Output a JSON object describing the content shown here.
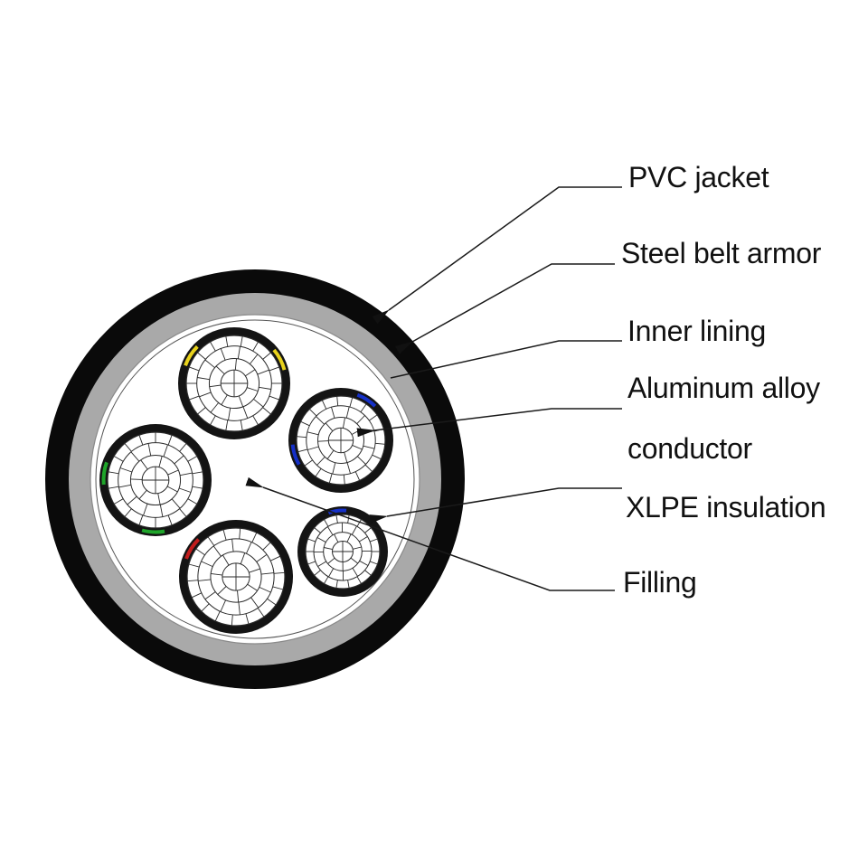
{
  "diagram": {
    "labels": [
      {
        "id": "pvc-jacket",
        "text": "PVC jacket"
      },
      {
        "id": "steel-belt-armor",
        "text": "Steel belt armor"
      },
      {
        "id": "inner-lining",
        "text": "Inner lining"
      },
      {
        "id": "aluminum-alloy-line1",
        "text": "Aluminum alloy"
      },
      {
        "id": "aluminum-alloy-line2",
        "text": "conductor"
      },
      {
        "id": "xlpe-insulation",
        "text": "XLPE insulation"
      },
      {
        "id": "filling",
        "text": "Filling"
      }
    ],
    "colors": {
      "jacket": "#0a0a0a",
      "armor": "#a9a9a9",
      "lining": "#ffffff",
      "insulation": "#141414",
      "conductor": "#ffffff",
      "strand_line": "#2a2a2a",
      "leader": "#1a1a1a",
      "marker_yellow": "#e8d21c",
      "marker_blue": "#1530c8",
      "marker_green": "#1fa52a",
      "marker_red": "#c21d1d"
    }
  }
}
